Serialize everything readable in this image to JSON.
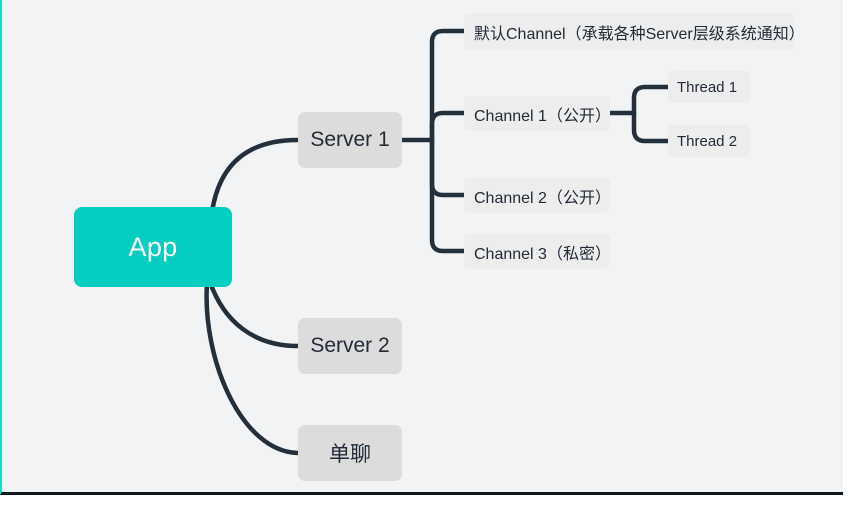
{
  "diagram": {
    "type": "mindmap",
    "title": "App structure mindmap",
    "colors": {
      "canvas_background": "#f1f3f5",
      "root_fill": "#03cec0",
      "root_text": "#ffffff",
      "branch_fill": "#dcdcdc",
      "leaf_fill": "#ededed",
      "node_text": "#222b38",
      "edge_stroke": "#232f3b",
      "left_accent": "#1fd9c8",
      "bottom_border": "#111820"
    },
    "nodes": {
      "root": {
        "label": "App"
      },
      "server1": {
        "label": "Server 1"
      },
      "server2": {
        "label": "Server 2"
      },
      "direct_chat": {
        "label": "单聊"
      },
      "default_channel": {
        "label": "默认Channel（承载各种Server层级系统通知）"
      },
      "channel1": {
        "label": "Channel 1（公开）"
      },
      "channel2": {
        "label": "Channel 2（公开）"
      },
      "channel3": {
        "label": "Channel 3（私密）"
      },
      "thread1": {
        "label": "Thread 1"
      },
      "thread2": {
        "label": "Thread 2"
      }
    }
  }
}
